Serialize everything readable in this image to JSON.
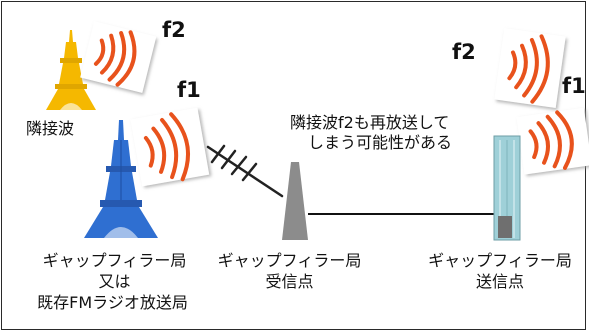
{
  "labels": {
    "adjacent_wave": "隣接波",
    "f1_left": "f1",
    "f2_left": "f2",
    "f1_right": "f1",
    "f2_right": "f2",
    "note_line1": "隣接波f2も再放送して",
    "note_line2": "しまう可能性がある",
    "source_line1": "ギャップフィラー局",
    "source_line2": "又は",
    "source_line3": "既存FMラジオ放送局",
    "receive_line1": "ギャップフィラー局",
    "receive_line2": "受信点",
    "transmit_line1": "ギャップフィラー局",
    "transmit_line2": "送信点"
  },
  "colors": {
    "tower_adjacent": "#f5b800",
    "tower_source": "#2f6fd1",
    "wave": "#e8521c",
    "receiver_tower": "#8c8c8c",
    "transmit_tower": "#9fd0d8",
    "cable": "#111111"
  },
  "icons": {
    "adjacent_tower": "radio-tower-icon",
    "source_tower": "radio-tower-icon",
    "antenna": "yagi-antenna-icon",
    "receiver": "receiver-tower-icon",
    "transmitter": "transmitter-tower-icon",
    "waves": "radio-waves-icon"
  }
}
